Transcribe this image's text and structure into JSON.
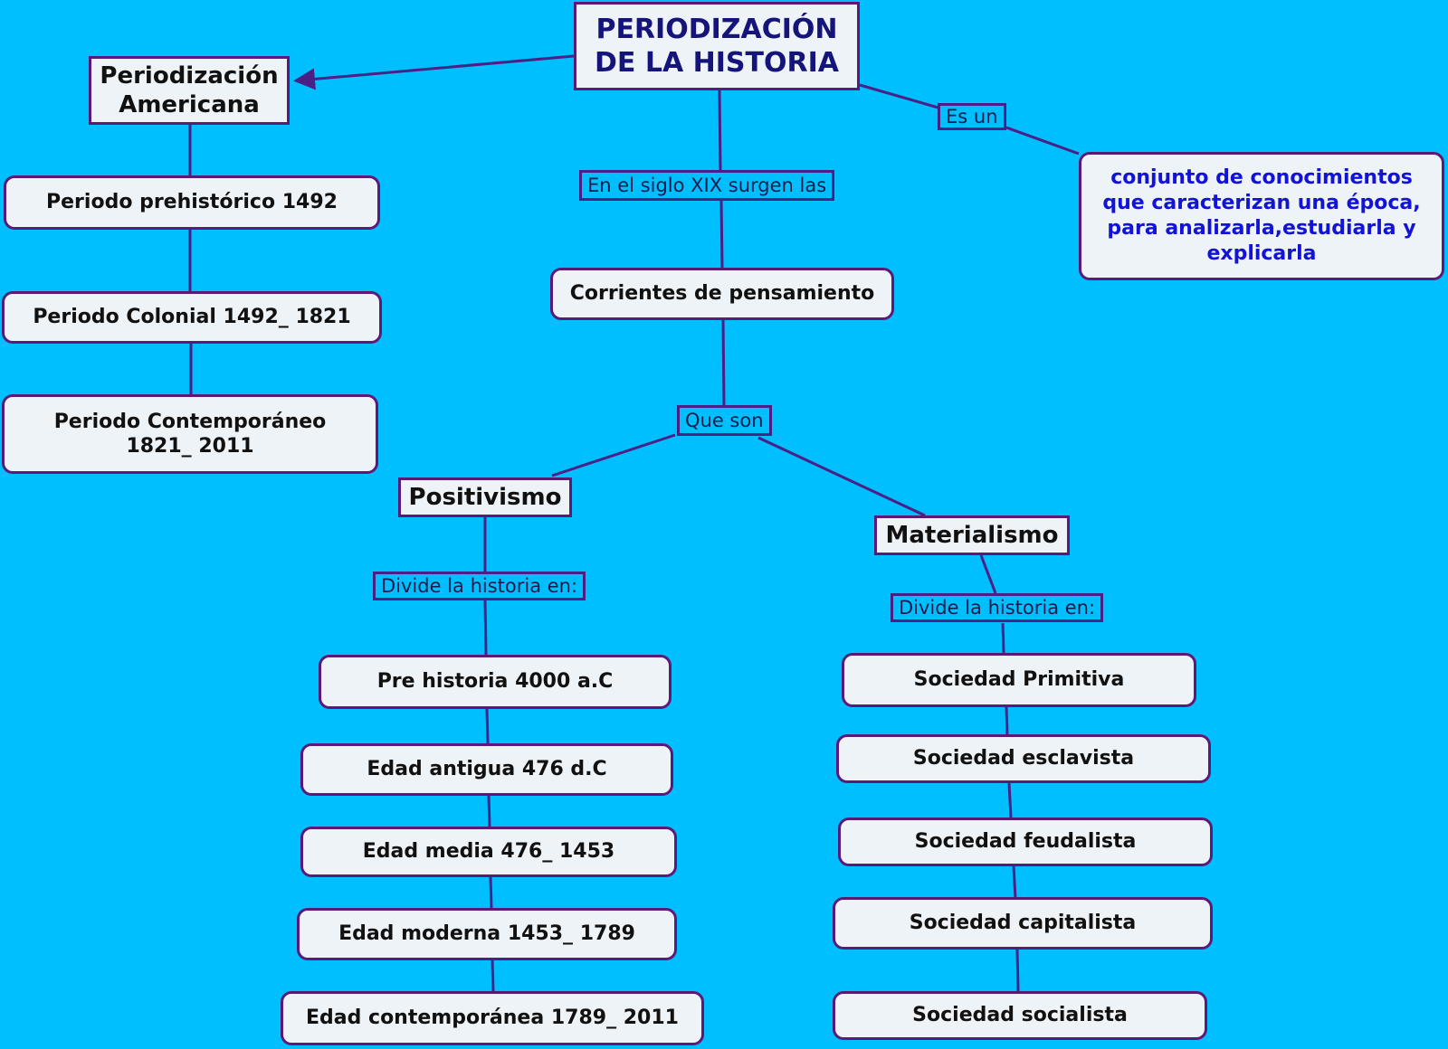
{
  "title": "PERIODIZACIÓN DE LA HISTORIA",
  "definition_link": "Es un",
  "definition": "conjunto de conocimientos que caracterizan una época, para analizarla,estudiarla y explicarla",
  "americana": {
    "head": "Periodización Americana",
    "items": [
      "Periodo prehistórico 1492",
      "Periodo Colonial 1492_ 1821",
      "Periodo Contemporáneo 1821_ 2011"
    ]
  },
  "center": {
    "link1": "En el siglo XIX surgen las",
    "node": "Corrientes de pensamiento",
    "link2": "Que son"
  },
  "positivismo": {
    "head": "Positivismo",
    "link": "Divide la historia en:",
    "items": [
      "Pre historia 4000 a.C",
      "Edad antigua 476 d.C",
      "Edad media 476_ 1453",
      "Edad moderna 1453_ 1789",
      "Edad contemporánea 1789_ 2011"
    ]
  },
  "materialismo": {
    "head": "Materialismo",
    "link": "Divide la historia en:",
    "items": [
      "Sociedad Primitiva",
      "Sociedad esclavista",
      "Sociedad feudalista",
      "Sociedad capitalista",
      "Sociedad socialista"
    ]
  },
  "colors": {
    "background": "#00BFFF",
    "node_fill": "#EEF3F7",
    "node_border": "#5B1A78",
    "title_text": "#14147A",
    "definition_text": "#1212D8",
    "connector": "#4A1F86"
  }
}
